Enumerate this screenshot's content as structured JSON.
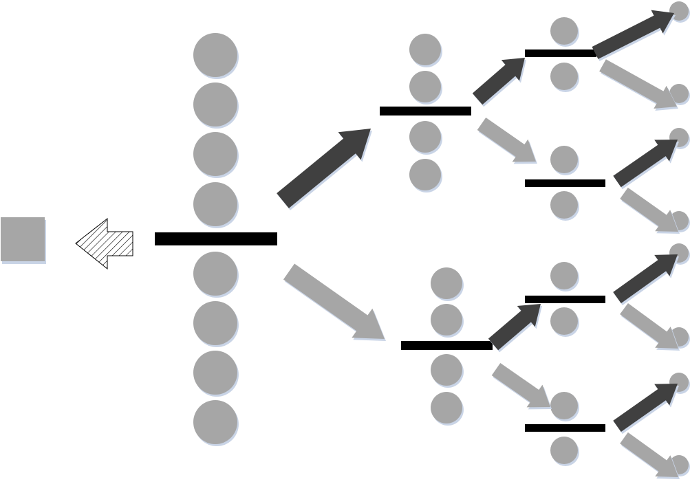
{
  "diagram": {
    "description_free": true,
    "colors": {
      "circle": "#a6a6a6",
      "circle_shadow": "#c9d4e6",
      "divider": "#000000",
      "arrow_dark": "#404040",
      "arrow_light": "#a6a6a6",
      "square": "#a6a6a6",
      "hatch_stroke": "#000000",
      "background": "#ffffff"
    },
    "root": {
      "circles_above": 4,
      "circles_below": 4
    },
    "level1": [
      {
        "circles_above": 2,
        "circles_below": 2
      },
      {
        "circles_above": 2,
        "circles_below": 2
      }
    ],
    "level2": [
      {
        "circles_above": 1,
        "circles_below": 1
      },
      {
        "circles_above": 1,
        "circles_below": 1
      },
      {
        "circles_above": 1,
        "circles_below": 1
      },
      {
        "circles_above": 1,
        "circles_below": 1
      }
    ],
    "level3_leaf_count": 8,
    "result_shape": "square",
    "hatched_arrow_icon": "hatched-left-arrow-icon"
  }
}
